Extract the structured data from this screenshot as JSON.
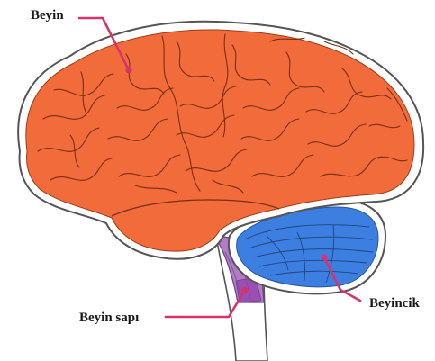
{
  "labels": {
    "brain": "Beyin",
    "brain_stem": "Beyin sapı",
    "cerebellum": "Beyincik"
  },
  "colors": {
    "cerebrum": "#f26b3a",
    "cerebellum": "#3d7fe0",
    "brain_stem": "#b07cc6",
    "brain_stem_highlight": "#9b4fb4",
    "outline": "#4a4a4a",
    "pointer": "#d6336c"
  }
}
